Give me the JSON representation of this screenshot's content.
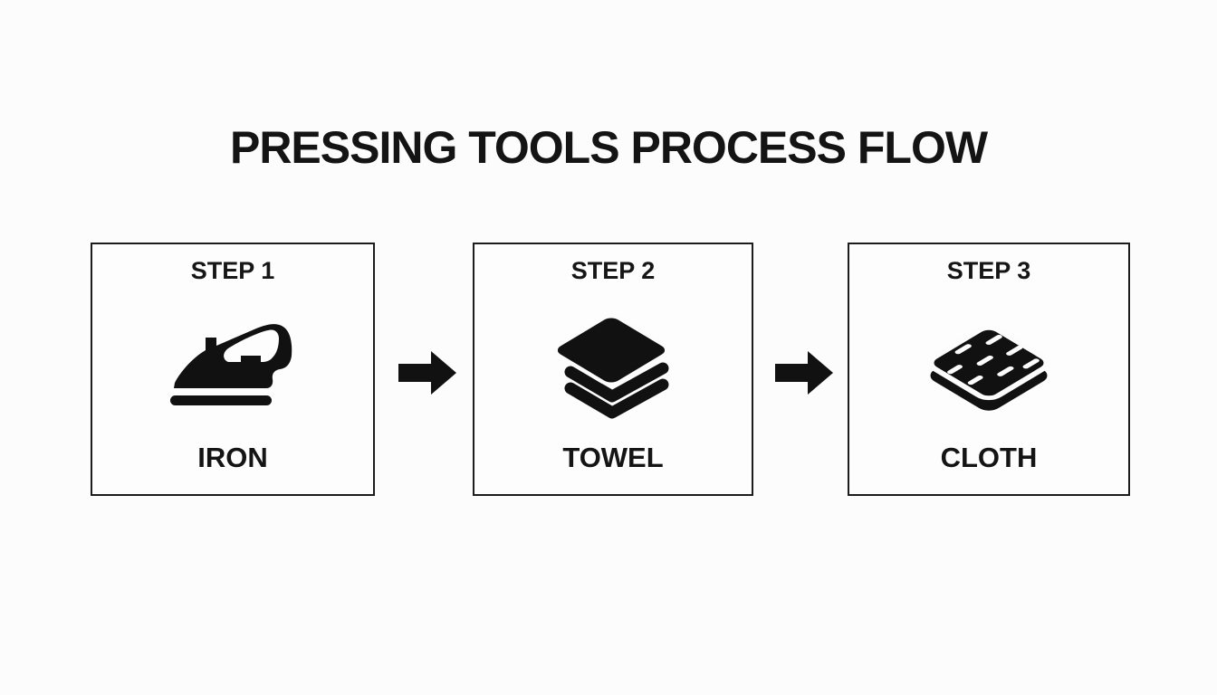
{
  "title": "PRESSING TOOLS PROCESS FLOW",
  "colors": {
    "background": "#fcfcfc",
    "foreground": "#111111",
    "box_border": "#1c1c1c"
  },
  "steps": [
    {
      "step_label": "STEP 1",
      "icon": "iron-icon",
      "name": "IRON"
    },
    {
      "step_label": "STEP 2",
      "icon": "towel-icon",
      "name": "TOWEL"
    },
    {
      "step_label": "STEP 3",
      "icon": "cloth-icon",
      "name": "CLOTH"
    }
  ],
  "connector": {
    "icon": "arrow-right-icon",
    "direction": "right"
  }
}
